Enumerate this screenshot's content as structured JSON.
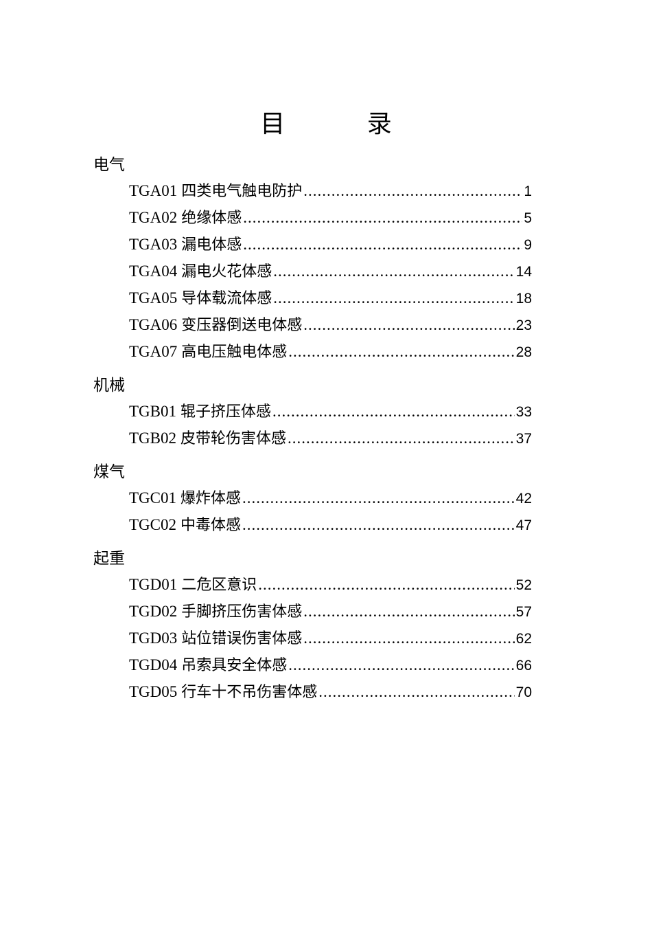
{
  "title": "目 录",
  "sections": [
    {
      "heading": "电气",
      "entries": [
        {
          "code": "TGA01",
          "label": "四类电气触电防护",
          "page": "1"
        },
        {
          "code": "TGA02",
          "label": "绝缘体感",
          "page": "5"
        },
        {
          "code": "TGA03",
          "label": "漏电体感",
          "page": "9"
        },
        {
          "code": "TGA04",
          "label": "漏电火花体感",
          "page": "14"
        },
        {
          "code": "TGA05",
          "label": "导体载流体感",
          "page": "18"
        },
        {
          "code": "TGA06",
          "label": "变压器倒送电体感",
          "page": "23"
        },
        {
          "code": "TGA07",
          "label": "高电压触电体感",
          "page": "28"
        }
      ]
    },
    {
      "heading": "机械",
      "entries": [
        {
          "code": "TGB01",
          "label": "辊子挤压体感",
          "page": "33"
        },
        {
          "code": "TGB02",
          "label": "皮带轮伤害体感",
          "page": "37"
        }
      ]
    },
    {
      "heading": "煤气",
      "entries": [
        {
          "code": "TGC01",
          "label": "爆炸体感",
          "page": "42"
        },
        {
          "code": "TGC02",
          "label": "中毒体感",
          "page": "47"
        }
      ]
    },
    {
      "heading": "起重",
      "entries": [
        {
          "code": "TGD01",
          "label": "二危区意识",
          "page": "52"
        },
        {
          "code": "TGD02",
          "label": "手脚挤压伤害体感",
          "page": "57"
        },
        {
          "code": "TGD03",
          "label": "站位错误伤害体感",
          "page": "62"
        },
        {
          "code": "TGD04",
          "label": "吊索具安全体感",
          "page": "66"
        },
        {
          "code": "TGD05",
          "label": "行车十不吊伤害体感",
          "page": "70"
        }
      ]
    }
  ]
}
